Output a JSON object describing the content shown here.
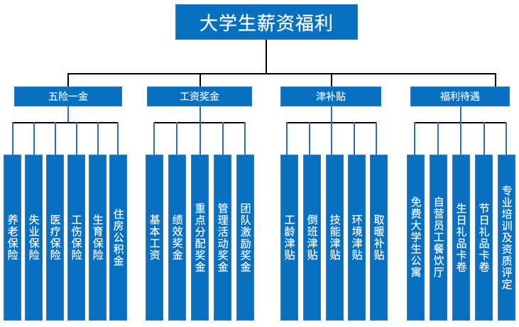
{
  "diagram": {
    "title": "大学生薪资福利",
    "accent_color": "#0770c0",
    "connector_color": "#000000",
    "drop_line_color": "#2a6fbb",
    "text_color": "#ffffff",
    "branches": [
      {
        "label": "五险一金",
        "leaves": [
          "养老保险",
          "失业保险",
          "医疗保险",
          "工伤保险",
          "生育保险",
          "住房公积金"
        ]
      },
      {
        "label": "工资奖金",
        "leaves": [
          "基本工资",
          "绩效奖金",
          "重点分配奖金",
          "管理活动奖金",
          "团队激励奖金"
        ]
      },
      {
        "label": "津补贴",
        "leaves": [
          "工龄津贴",
          "倒班津贴",
          "技能津贴",
          "环境津贴",
          "取暖补贴"
        ]
      },
      {
        "label": "福利待遇",
        "leaves": [
          "免费大学生公寓",
          "自营员工餐饮厅",
          "生日礼品卡卷",
          "节日礼品卡卷",
          "专业培训及资质评定"
        ]
      }
    ]
  }
}
